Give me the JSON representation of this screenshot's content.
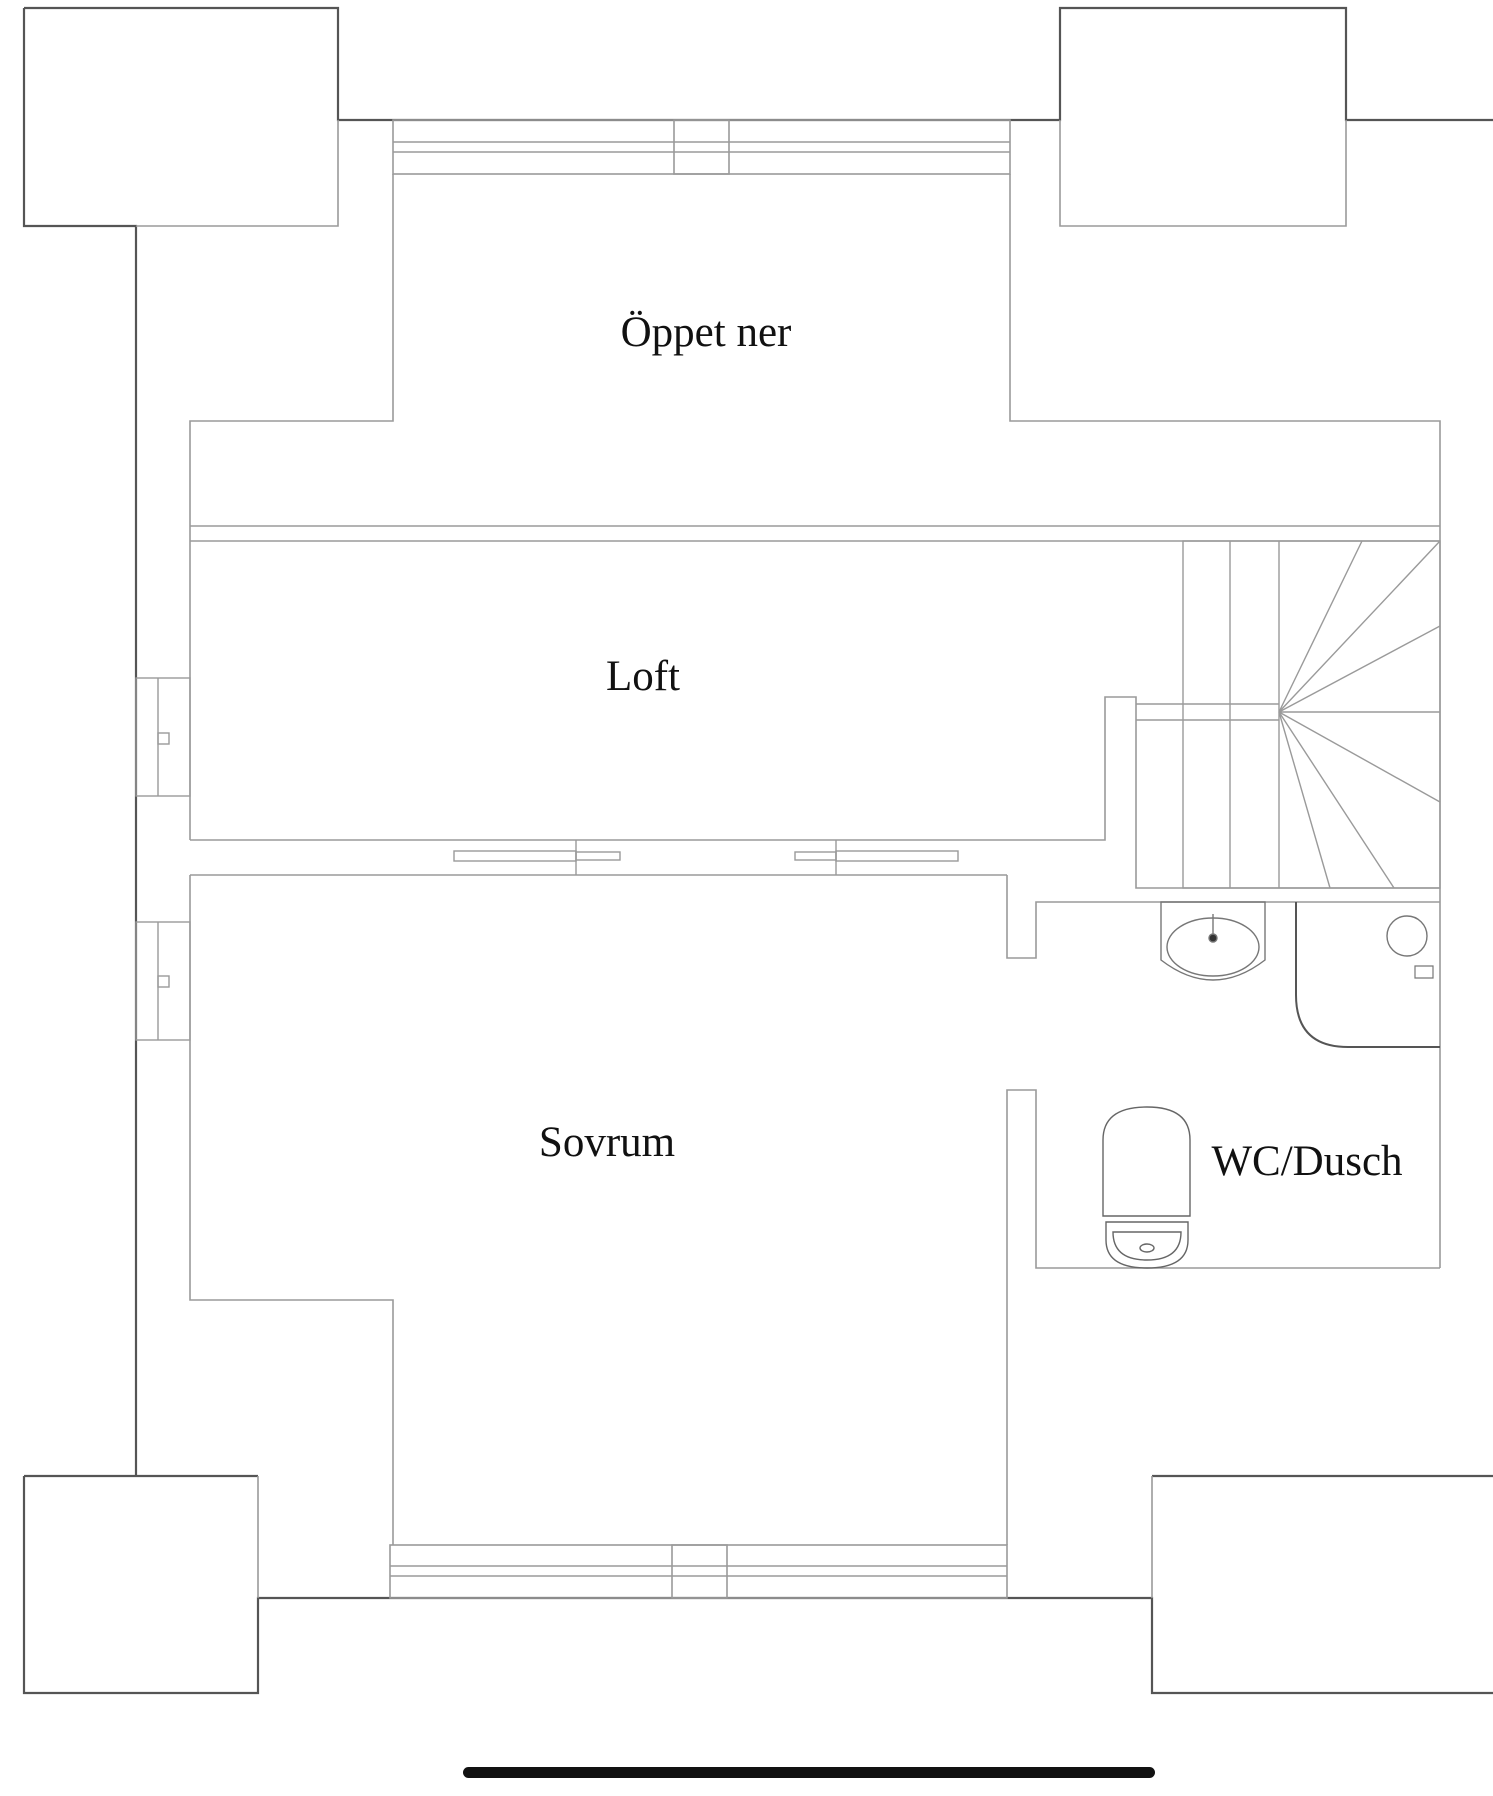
{
  "rooms": {
    "open_below": "Öppet ner",
    "loft": "Loft",
    "bedroom": "Sovrum",
    "bathroom": "WC/Dusch"
  },
  "colors": {
    "background": "#ffffff",
    "outer_wall": "#555555",
    "inner_line": "#9a9a9a",
    "text": "#111111"
  }
}
